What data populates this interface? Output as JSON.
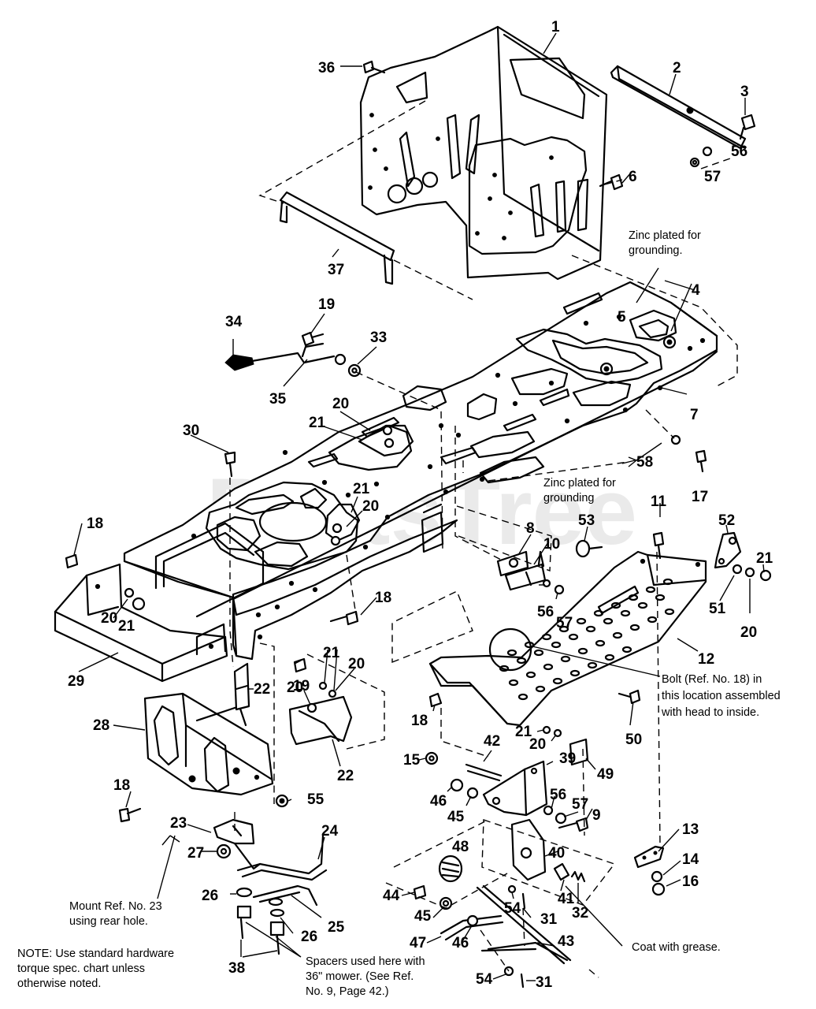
{
  "watermark": "PartsTree",
  "callouts": {
    "c1": "1",
    "c2": "2",
    "c3": "3",
    "c36": "36",
    "c6": "6",
    "c56a": "56",
    "c57a": "57",
    "c37": "37",
    "c4": "4",
    "c5": "5",
    "c7": "7",
    "c19a": "19",
    "c33": "33",
    "c34": "34",
    "c35": "35",
    "c20a": "20",
    "c21a": "21",
    "c30": "30",
    "c21b": "21",
    "c20b": "20",
    "c58": "58",
    "c17": "17",
    "c11": "11",
    "c53": "53",
    "c52": "52",
    "c21c": "21",
    "c51": "51",
    "c20c": "20",
    "c8": "8",
    "c10": "10",
    "c56b": "56",
    "c57b": "57",
    "c18a": "18",
    "c18b": "18",
    "c20d": "20",
    "c21d": "21",
    "c29": "29",
    "c19b": "19",
    "c21e": "21",
    "c20e": "20",
    "c20f": "20",
    "c22a": "22",
    "c22b": "22",
    "c28": "28",
    "c12": "12",
    "c18c": "18",
    "c50": "50",
    "c21f": "21",
    "c20g": "20",
    "c49": "49",
    "c42": "42",
    "c39": "39",
    "c15": "15",
    "c46a": "46",
    "c45a": "45",
    "c56c": "56",
    "c57c": "57",
    "c9": "9",
    "c18d": "18",
    "c55": "55",
    "c23": "23",
    "c24": "24",
    "c27": "27",
    "c48": "48",
    "c13": "13",
    "c40": "40",
    "c14": "14",
    "c16": "16",
    "c26a": "26",
    "c25": "25",
    "c44": "44",
    "c54a": "54",
    "c41": "41",
    "c32": "32",
    "c31a": "31",
    "c45b": "45",
    "c26b": "26",
    "c47": "47",
    "c46b": "46",
    "c43": "43",
    "c38": "38",
    "c54b": "54",
    "c31b": "31"
  },
  "notes": {
    "zinc_top_l1": "Zinc plated for",
    "zinc_top_l2": "grounding.",
    "zinc_mid_l1": "Zinc plated for",
    "zinc_mid_l2": "grounding",
    "bolt_l1": "Bolt (Ref. No. 18) in",
    "bolt_l2": "this location assembled",
    "bolt_l3": "with head to inside.",
    "mount_l1": "Mount Ref. No. 23",
    "mount_l2": "using rear hole.",
    "coat": "Coat with grease.",
    "spacers_l1": "Spacers used here with",
    "spacers_l2": "36\" mower.  (See Ref.",
    "spacers_l3": "No. 9, Page 42.)",
    "note_l1": "NOTE: Use standard hardware",
    "note_l2": "torque spec. chart unless",
    "note_l3": "otherwise noted."
  }
}
